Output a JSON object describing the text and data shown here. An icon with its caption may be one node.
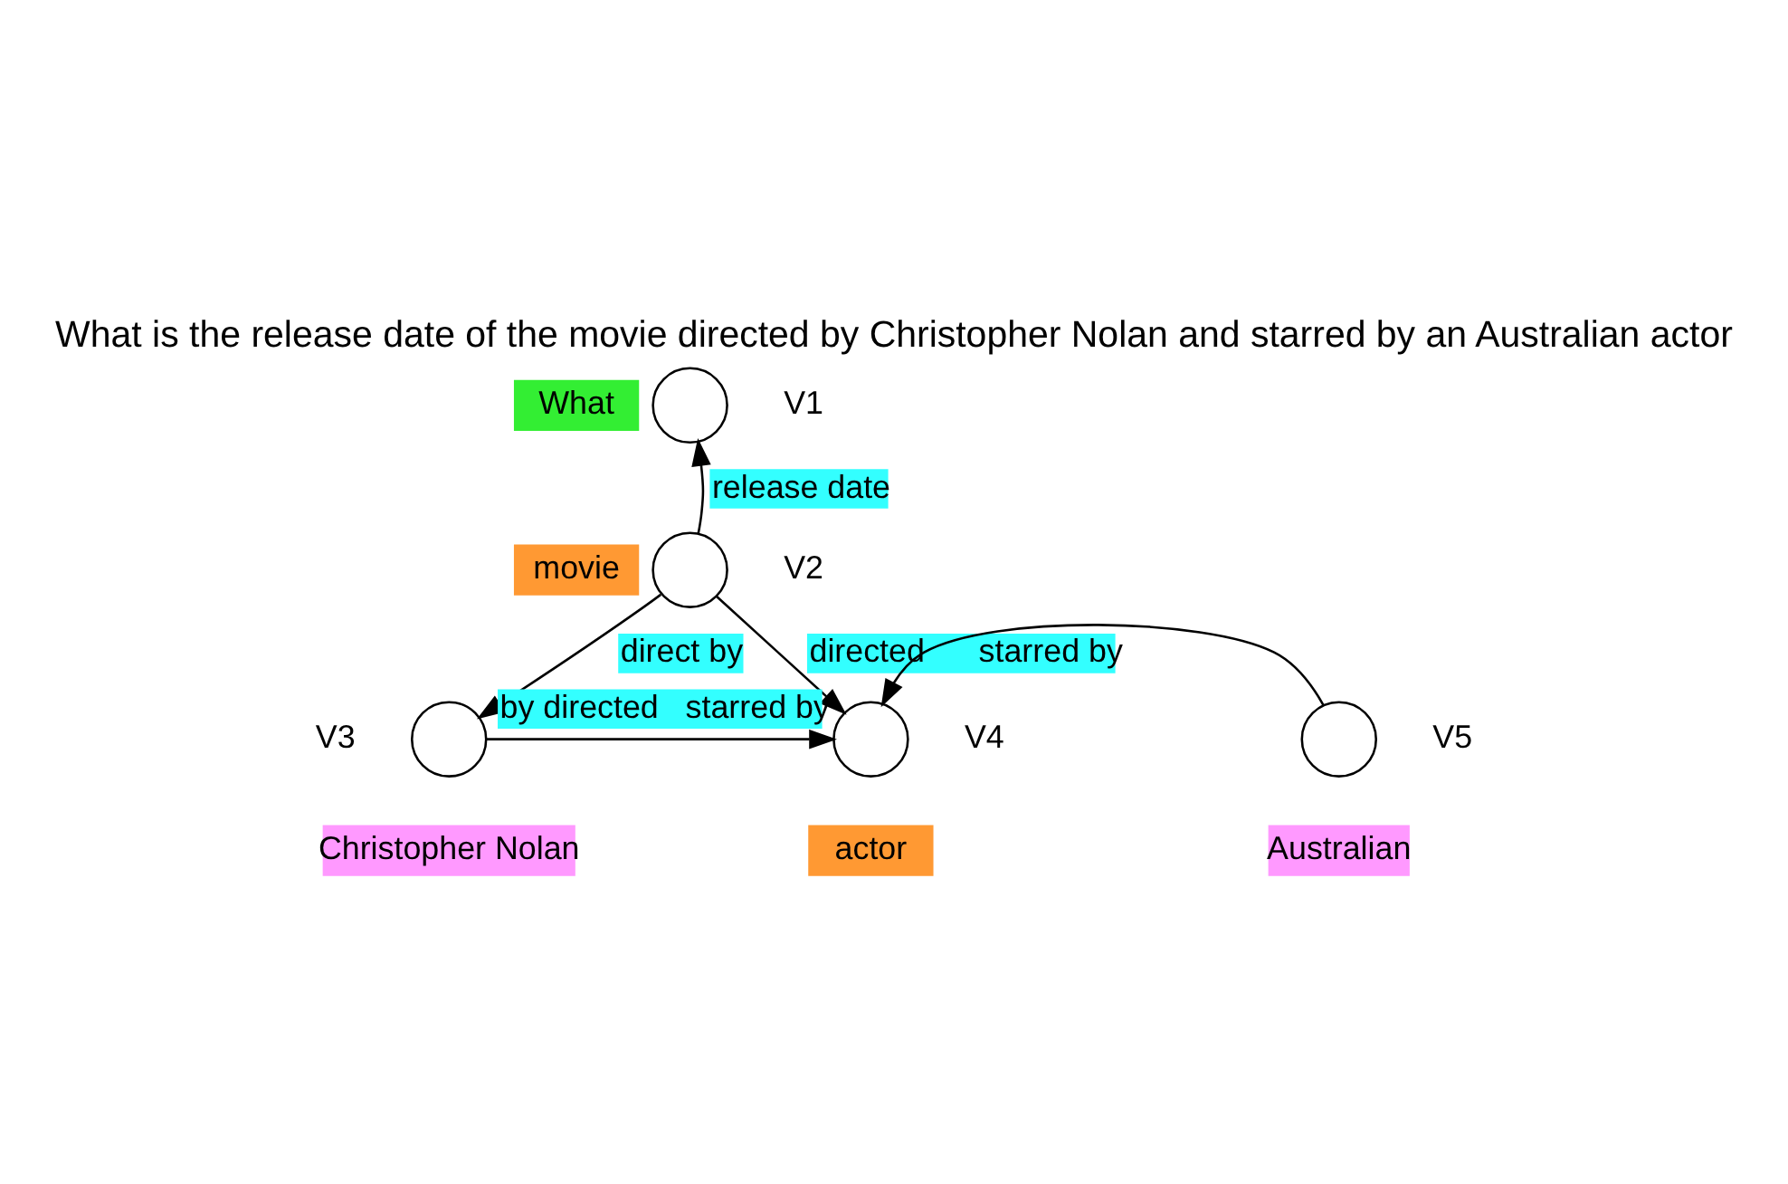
{
  "diagram": {
    "title": "What is the release date of the movie directed by Christopher Nolan and starred by an Australian actor",
    "nodes": [
      {
        "text": [],
        "shape": "circle",
        "beside": [
          "What",
          "V1"
        ]
      },
      {
        "text": [],
        "shape": "circle",
        "beside": [
          "movie",
          "V2"
        ]
      },
      {
        "text": [],
        "shape": "circle",
        "beside": [
          "V3",
          "Christopher Nolan"
        ]
      },
      {
        "text": [],
        "shape": "circle",
        "beside": [
          "V4",
          "actor"
        ]
      },
      {
        "text": [],
        "shape": "circle",
        "beside": [
          "V5",
          "Australian"
        ]
      }
    ],
    "edges": [
      {
        "from": 1,
        "to": 0,
        "arrow": "to",
        "label": "release date"
      },
      {
        "from": 1,
        "to": 2,
        "arrow": "to",
        "label": "direct by"
      },
      {
        "from": 1,
        "to": 3,
        "arrow": "to",
        "label": "directed      starred by"
      },
      {
        "from": 2,
        "to": 3,
        "arrow": "to",
        "label": "by directed   starred by"
      },
      {
        "from": 4,
        "to": 3,
        "arrow": "to"
      }
    ]
  }
}
